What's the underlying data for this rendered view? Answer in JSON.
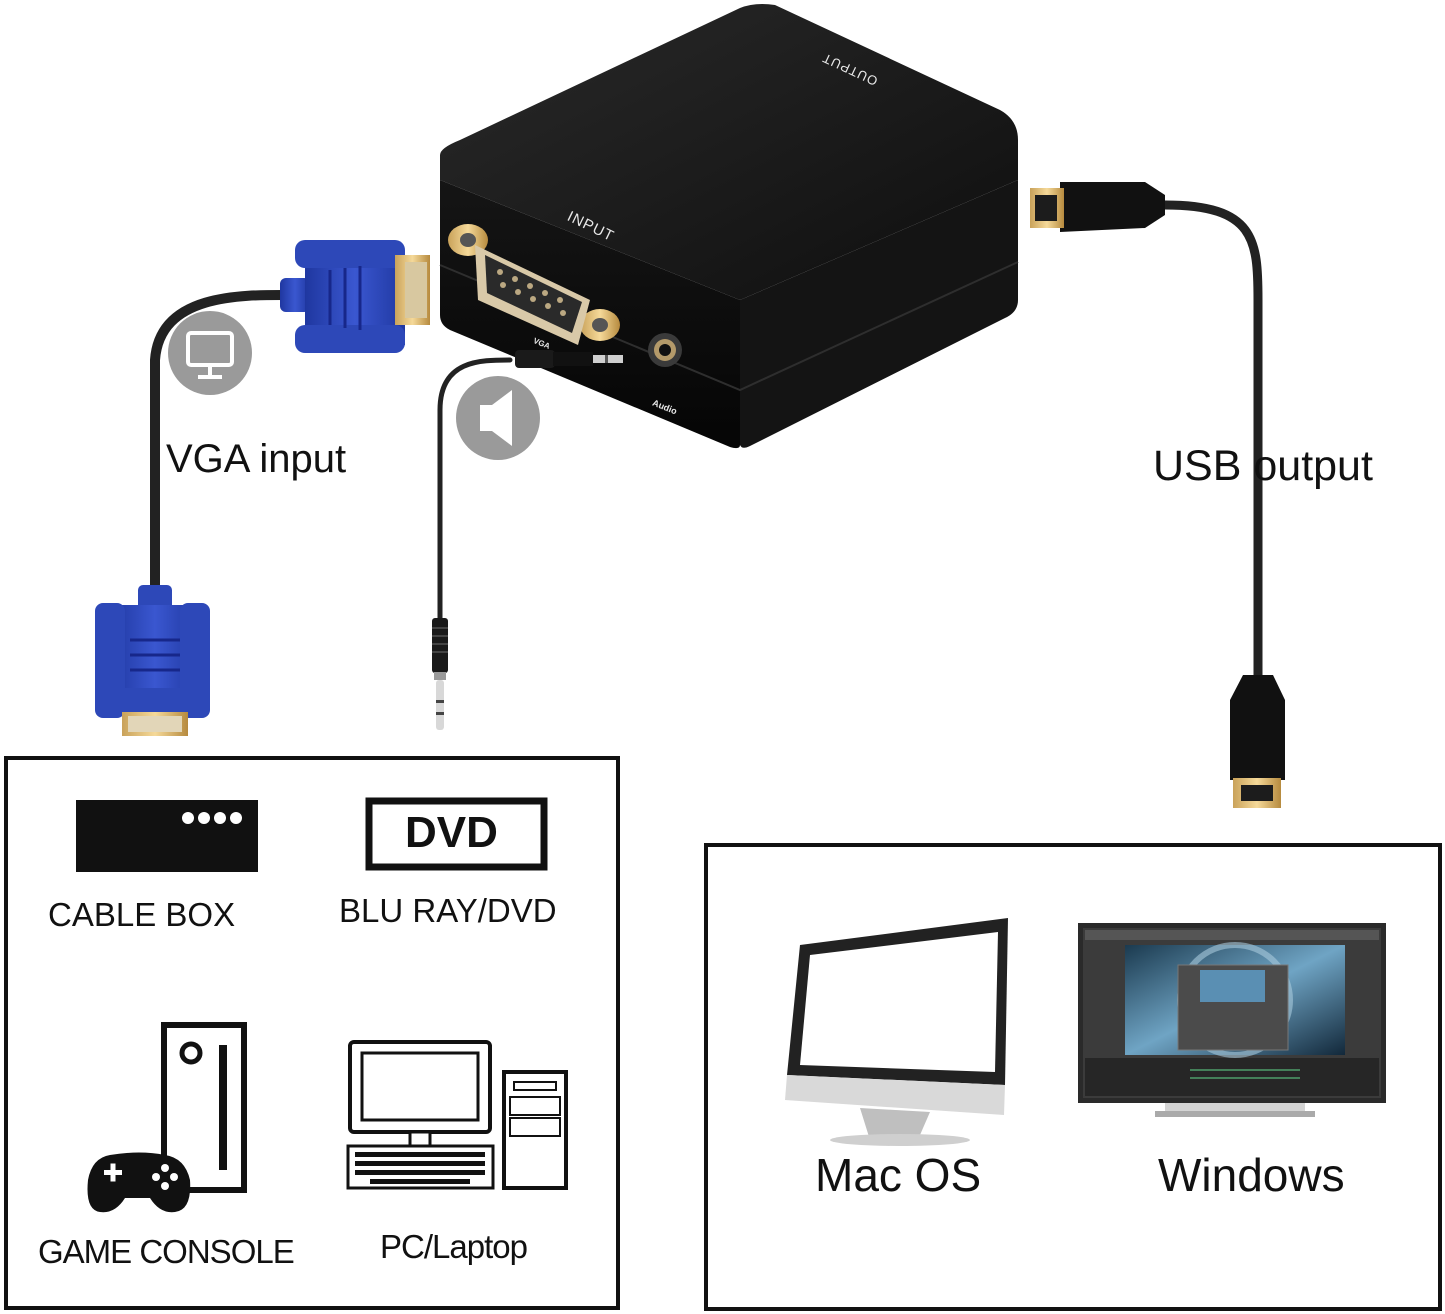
{
  "device": {
    "input_label": "INPUT",
    "output_label": "OUTPUT",
    "vga_port_label": "VGA",
    "audio_port_label": "Audio"
  },
  "labels": {
    "vga_input": "VGA input",
    "usb_output": "USB output"
  },
  "sources": {
    "dvd_logo": "DVD",
    "items": [
      {
        "label": "CABLE BOX",
        "icon": "cable-box-icon"
      },
      {
        "label": "BLU RAY/DVD",
        "icon": "dvd-player-icon"
      },
      {
        "label": "GAME CONSOLE",
        "icon": "game-console-icon"
      },
      {
        "label": "PC/Laptop",
        "icon": "pc-laptop-icon"
      }
    ]
  },
  "targets": {
    "items": [
      {
        "label": "Mac OS",
        "icon": "imac-monitor-icon"
      },
      {
        "label": "Windows",
        "icon": "windows-monitor-icon"
      }
    ]
  },
  "colors": {
    "vga_blue": "#2b45b8",
    "device_black": "#1c1c1c",
    "cable_black": "#222222",
    "badge_gray": "#9a9a9a"
  }
}
